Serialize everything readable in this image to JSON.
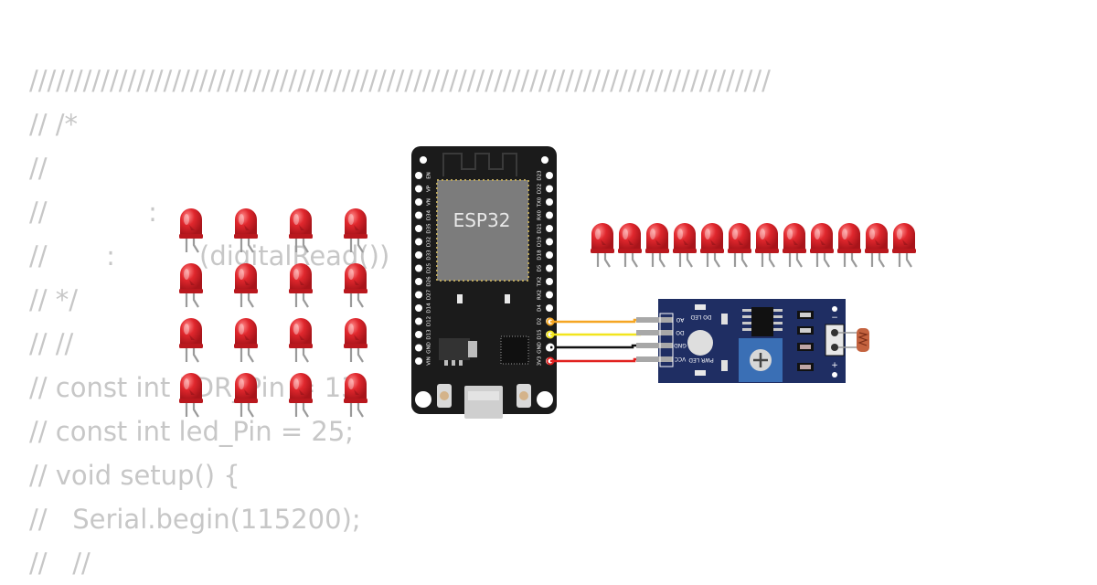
{
  "code_lines": [
    "///////////////////////////////////////////////////////////////////////////////////",
    "// /*",
    "//",
    "//            :",
    "//       :          (digitalRead())",
    "// */",
    "// //",
    "// const int LDR_Pin = 13;",
    "// const int led_Pin = 25;",
    "// void setup() {",
    "//   Serial.begin(115200);",
    "//   //"
  ],
  "board": {
    "label": "ESP32",
    "left_pins": [
      "EN",
      "VP",
      "VN",
      "D34",
      "D35",
      "D32",
      "D33",
      "D25",
      "D26",
      "D27",
      "D14",
      "D12",
      "D13",
      "GND",
      "VIN"
    ],
    "right_pins": [
      "D23",
      "D22",
      "TX0",
      "RX0",
      "D21",
      "D19",
      "D18",
      "D5",
      "TX2",
      "RX2",
      "D4",
      "D2",
      "D15",
      "GND",
      "3V3"
    ]
  },
  "sensor": {
    "pins": [
      "AO",
      "DO",
      "GND",
      "VCC"
    ],
    "leds": [
      "DO LED",
      "PWR LED"
    ],
    "polarity": [
      "−",
      "+"
    ]
  },
  "colors": {
    "board": "#1b1b1b",
    "module": "#1f2e63",
    "led": "#e0272d",
    "wire_ao": "#f5a623",
    "wire_do": "#f2e51d",
    "wire_gnd": "#111111",
    "wire_vcc": "#e1211f"
  },
  "led_grid": {
    "rows": 4,
    "cols": 4
  },
  "led_row": {
    "count": 12
  }
}
